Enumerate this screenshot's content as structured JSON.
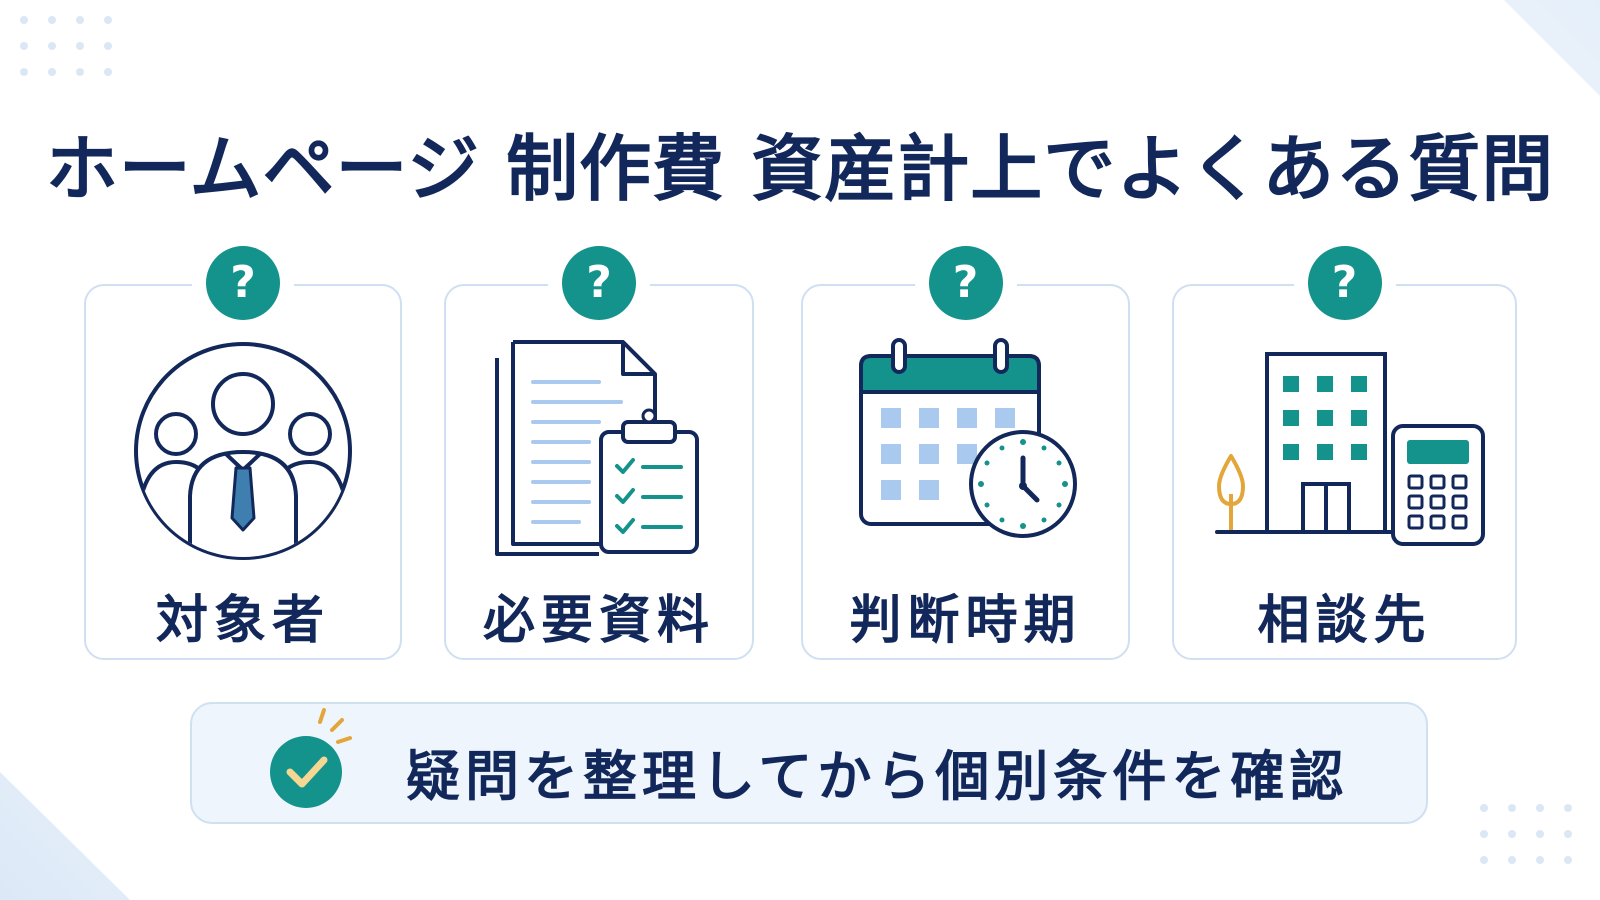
{
  "title": "ホームページ 制作費 資産計上でよくある質問",
  "cards": [
    {
      "badge": "?",
      "label": "対象者",
      "icon": "people-group-icon"
    },
    {
      "badge": "?",
      "label": "必要資料",
      "icon": "documents-checklist-icon"
    },
    {
      "badge": "?",
      "label": "判断時期",
      "icon": "calendar-clock-icon"
    },
    {
      "badge": "?",
      "label": "相談先",
      "icon": "building-calculator-icon"
    }
  ],
  "banner": {
    "icon": "checkmark-icon",
    "text": "疑問を整理してから個別条件を確認"
  },
  "colors": {
    "navy": "#13285a",
    "teal": "#14928c",
    "light_blue": "#a9c9ef",
    "border": "#cfe0f2",
    "banner_bg": "#eef5fd",
    "accent_gold": "#e2a63a",
    "tie_blue": "#3f7fb0"
  }
}
